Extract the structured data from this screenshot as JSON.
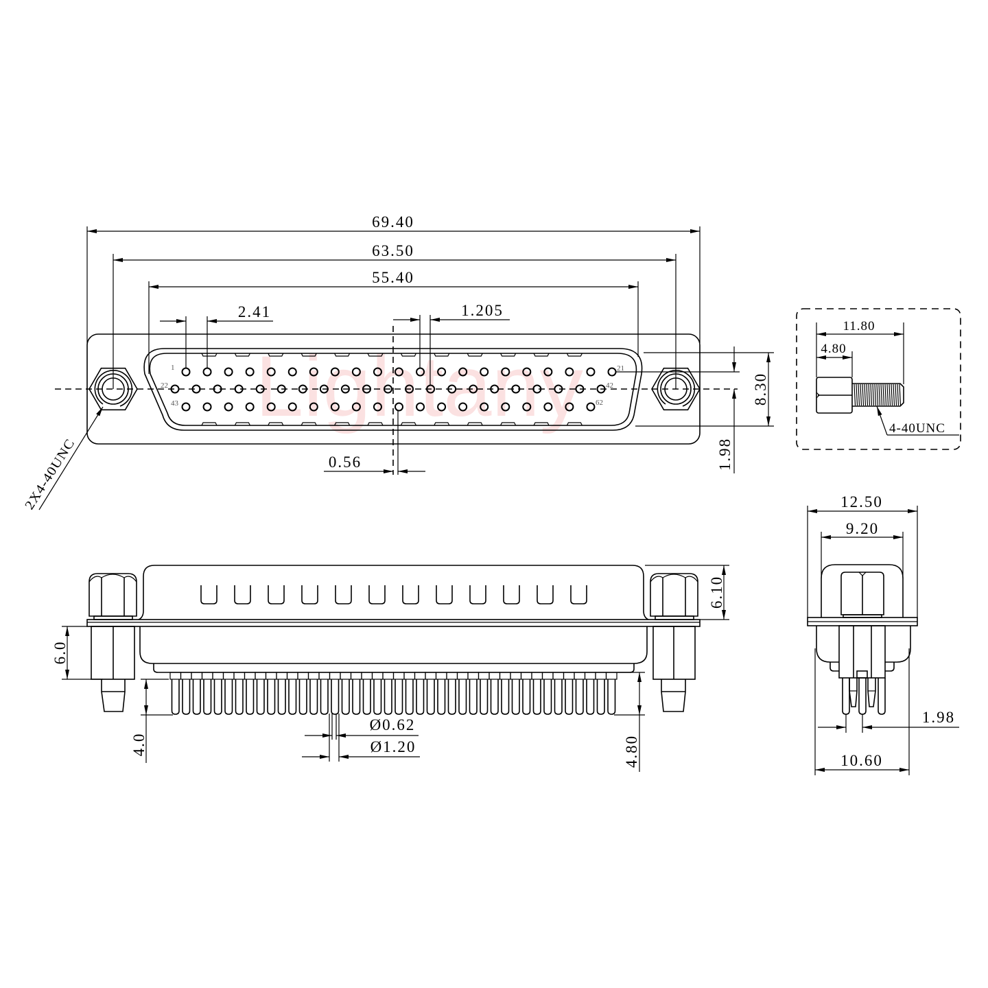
{
  "drawing": {
    "watermark": "Lightany"
  },
  "front_view": {
    "dimensions": {
      "flange_width": "69.40",
      "mounting_hole_spacing": "63.50",
      "shell_outer_width": "55.40",
      "pin_pitch": "2.41",
      "row_stagger": "1.205",
      "center_offset": "0.56",
      "shell_outer_height": "8.30",
      "row_spacing": "1.98"
    },
    "pin_labels": {
      "row1_first": "1",
      "row1_last": "21",
      "row2_first": "22",
      "row2_last": "42",
      "row3_first": "43",
      "row3_last": "62"
    },
    "thread_callout": "2X4-40UNC"
  },
  "side_view": {
    "dimensions": {
      "shell_height": "6.10",
      "standoff_height": "6.0",
      "pin_length": "4.0",
      "pin_total_length": "4.80",
      "pin_diameter": "Ø0.62",
      "contact_diameter": "Ø1.20"
    }
  },
  "end_view": {
    "dimensions": {
      "flange_depth": "12.50",
      "shell_depth": "9.20",
      "base_depth": "10.60",
      "pin_row_spacing": "1.98"
    }
  },
  "detail_view": {
    "dimensions": {
      "screw_length": "11.80",
      "hex_length": "4.80"
    },
    "thread_callout": "4-40UNC"
  },
  "connector": {
    "pin_rows": [
      21,
      21,
      20
    ],
    "shell_slots": 12,
    "side_view_pins": 42
  },
  "colors": {
    "line": "#000000",
    "watermark": "#fbe1e1",
    "pin_label": "#555555"
  }
}
